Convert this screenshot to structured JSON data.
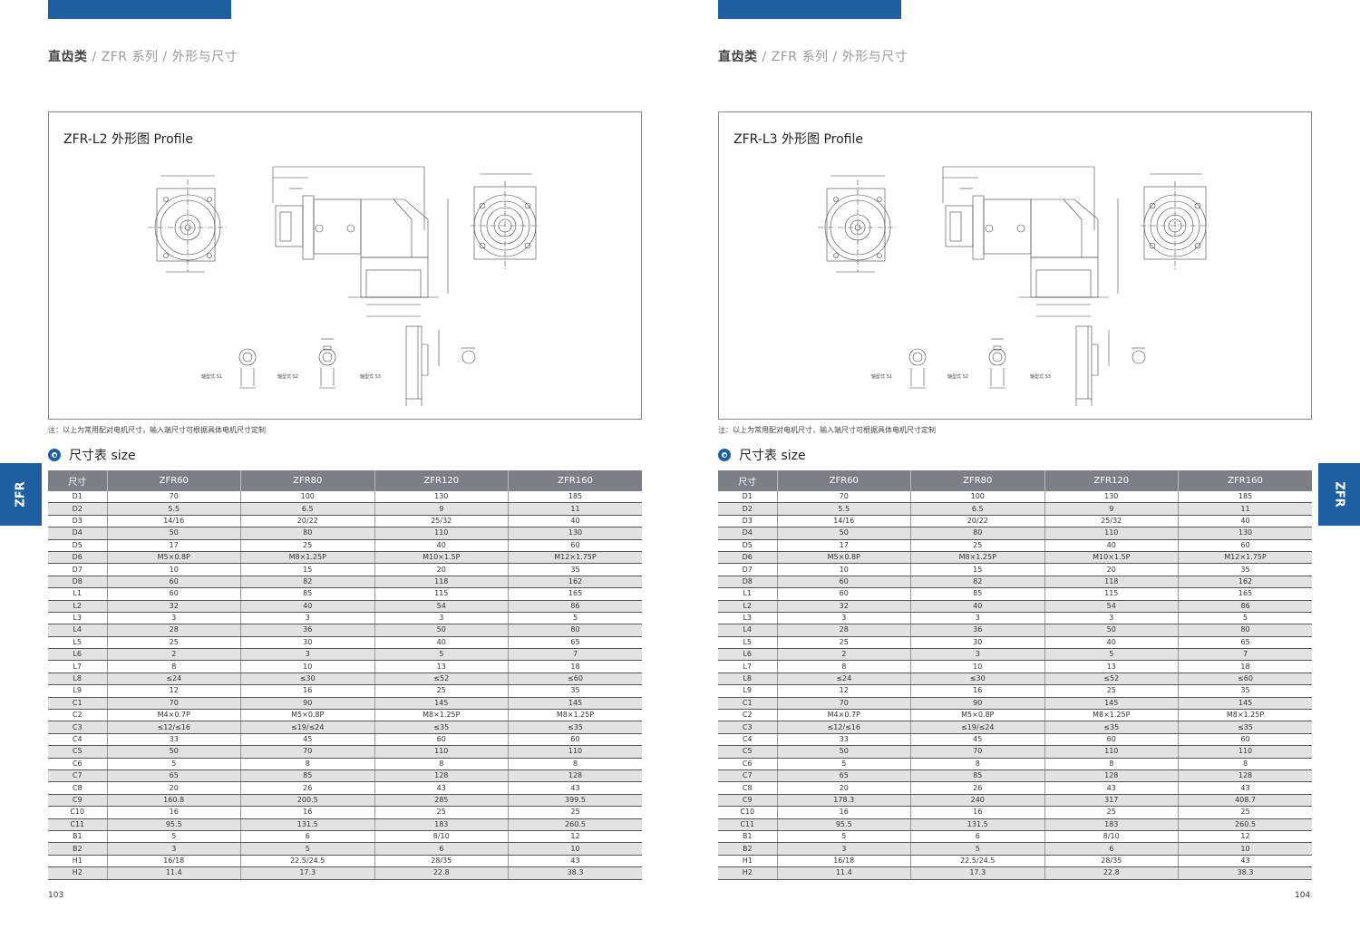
{
  "pages": [
    {
      "breadcrumb": {
        "bold": "直齿类",
        "sep": " / ",
        "series": "ZFR 系列",
        "section": "外形与尺寸"
      },
      "figure_title": "ZFR-L2 外形图 Profile",
      "shaft_labels": [
        "轴型式 S1",
        "轴型式 S2",
        "轴型式 S3"
      ],
      "note": "注：以上为常用配对电机尺寸，输入端尺寸可根据具体电机尺寸定制",
      "section_title": "尺寸表 size",
      "side_tab": "ZFR",
      "page_number": "103",
      "table": {
        "headers": [
          "尺寸",
          "ZFR60",
          "ZFR80",
          "ZFR120",
          "ZFR160"
        ],
        "rows": [
          [
            "D1",
            "70",
            "100",
            "130",
            "185"
          ],
          [
            "D2",
            "5.5",
            "6.5",
            "9",
            "11"
          ],
          [
            "D3",
            "14/16",
            "20/22",
            "25/32",
            "40"
          ],
          [
            "D4",
            "50",
            "80",
            "110",
            "130"
          ],
          [
            "D5",
            "17",
            "25",
            "40",
            "60"
          ],
          [
            "D6",
            "M5×0.8P",
            "M8×1.25P",
            "M10×1.5P",
            "M12×1.75P"
          ],
          [
            "D7",
            "10",
            "15",
            "20",
            "35"
          ],
          [
            "D8",
            "60",
            "82",
            "118",
            "162"
          ],
          [
            "L1",
            "60",
            "85",
            "115",
            "165"
          ],
          [
            "L2",
            "32",
            "40",
            "54",
            "86"
          ],
          [
            "L3",
            "3",
            "3",
            "3",
            "5"
          ],
          [
            "L4",
            "28",
            "36",
            "50",
            "80"
          ],
          [
            "L5",
            "25",
            "30",
            "40",
            "65"
          ],
          [
            "L6",
            "2",
            "3",
            "5",
            "7"
          ],
          [
            "L7",
            "8",
            "10",
            "13",
            "18"
          ],
          [
            "L8",
            "≤24",
            "≤30",
            "≤52",
            "≤60"
          ],
          [
            "L9",
            "12",
            "16",
            "25",
            "35"
          ],
          [
            "C1",
            "70",
            "90",
            "145",
            "145"
          ],
          [
            "C2",
            "M4×0.7P",
            "M5×0.8P",
            "M8×1.25P",
            "M8×1.25P"
          ],
          [
            "C3",
            "≤12/≤16",
            "≤19/≤24",
            "≤35",
            "≤35"
          ],
          [
            "C4",
            "33",
            "45",
            "60",
            "60"
          ],
          [
            "C5",
            "50",
            "70",
            "110",
            "110"
          ],
          [
            "C6",
            "5",
            "8",
            "8",
            "8"
          ],
          [
            "C7",
            "65",
            "85",
            "128",
            "128"
          ],
          [
            "C8",
            "20",
            "26",
            "43",
            "43"
          ],
          [
            "C9",
            "160.8",
            "200.5",
            "285",
            "399.5"
          ],
          [
            "C10",
            "16",
            "16",
            "25",
            "25"
          ],
          [
            "C11",
            "95.5",
            "131.5",
            "183",
            "260.5"
          ],
          [
            "B1",
            "5",
            "6",
            "8/10",
            "12"
          ],
          [
            "B2",
            "3",
            "5",
            "6",
            "10"
          ],
          [
            "H1",
            "16/18",
            "22.5/24.5",
            "28/35",
            "43"
          ],
          [
            "H2",
            "11.4",
            "17.3",
            "22.8",
            "38.3"
          ]
        ]
      }
    },
    {
      "breadcrumb": {
        "bold": "直齿类",
        "sep": " / ",
        "series": "ZFR 系列",
        "section": "外形与尺寸"
      },
      "figure_title": "ZFR-L3 外形图 Profile",
      "shaft_labels": [
        "轴型式 S1",
        "轴型式 S2",
        "轴型式 S3"
      ],
      "note": "注：以上为常用配对电机尺寸，输入端尺寸可根据具体电机尺寸定制",
      "section_title": "尺寸表 size",
      "side_tab": "ZFR",
      "page_number": "104",
      "table": {
        "headers": [
          "尺寸",
          "ZFR60",
          "ZFR80",
          "ZFR120",
          "ZFR160"
        ],
        "rows": [
          [
            "D1",
            "70",
            "100",
            "130",
            "185"
          ],
          [
            "D2",
            "5.5",
            "6.5",
            "9",
            "11"
          ],
          [
            "D3",
            "14/16",
            "20/22",
            "25/32",
            "40"
          ],
          [
            "D4",
            "50",
            "80",
            "110",
            "130"
          ],
          [
            "D5",
            "17",
            "25",
            "40",
            "60"
          ],
          [
            "D6",
            "M5×0.8P",
            "M8×1.25P",
            "M10×1.5P",
            "M12×1.75P"
          ],
          [
            "D7",
            "10",
            "15",
            "20",
            "35"
          ],
          [
            "D8",
            "60",
            "82",
            "118",
            "162"
          ],
          [
            "L1",
            "60",
            "85",
            "115",
            "165"
          ],
          [
            "L2",
            "32",
            "40",
            "54",
            "86"
          ],
          [
            "L3",
            "3",
            "3",
            "3",
            "5"
          ],
          [
            "L4",
            "28",
            "36",
            "50",
            "80"
          ],
          [
            "L5",
            "25",
            "30",
            "40",
            "65"
          ],
          [
            "L6",
            "2",
            "3",
            "5",
            "7"
          ],
          [
            "L7",
            "8",
            "10",
            "13",
            "18"
          ],
          [
            "L8",
            "≤24",
            "≤30",
            "≤52",
            "≤60"
          ],
          [
            "L9",
            "12",
            "16",
            "25",
            "35"
          ],
          [
            "C1",
            "70",
            "90",
            "145",
            "145"
          ],
          [
            "C2",
            "M4×0.7P",
            "M5×0.8P",
            "M8×1.25P",
            "M8×1.25P"
          ],
          [
            "C3",
            "≤12/≤16",
            "≤19/≤24",
            "≤35",
            "≤35"
          ],
          [
            "C4",
            "33",
            "45",
            "60",
            "60"
          ],
          [
            "C5",
            "50",
            "70",
            "110",
            "110"
          ],
          [
            "C6",
            "5",
            "8",
            "8",
            "8"
          ],
          [
            "C7",
            "65",
            "85",
            "128",
            "128"
          ],
          [
            "C8",
            "20",
            "26",
            "43",
            "43"
          ],
          [
            "C9",
            "178.3",
            "240",
            "317",
            "408.7"
          ],
          [
            "C10",
            "16",
            "16",
            "25",
            "25"
          ],
          [
            "C11",
            "95.5",
            "131.5",
            "183",
            "260.5"
          ],
          [
            "B1",
            "5",
            "6",
            "8/10",
            "12"
          ],
          [
            "B2",
            "3",
            "5",
            "6",
            "10"
          ],
          [
            "H1",
            "16/18",
            "22.5/24.5",
            "28/35",
            "43"
          ],
          [
            "H2",
            "11.4",
            "17.3",
            "22.8",
            "38.3"
          ]
        ]
      }
    }
  ]
}
